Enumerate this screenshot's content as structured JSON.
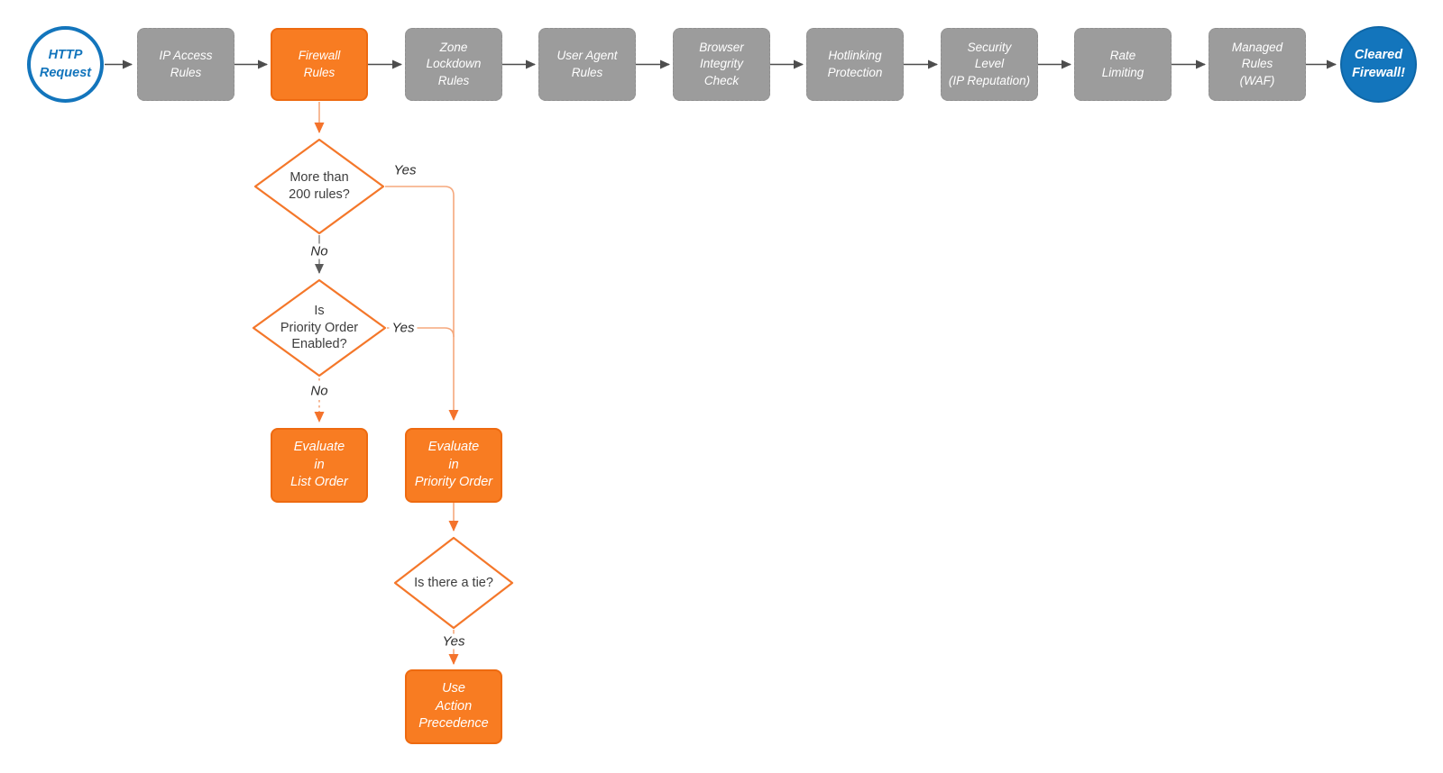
{
  "colors": {
    "accent_orange": "#F87C22",
    "orange_border": "#EE6A10",
    "orange_connector_line": "#F5A87D",
    "orange_arrowhead": "#F4732C",
    "step_gray": "#9C9C9C",
    "dark_arrow": "#4D4D4D",
    "gray_connector": "#8F8F8F",
    "brand_blue": "#1375BC",
    "diamond_text": "#3D3D3D"
  },
  "pipeline": {
    "start": {
      "label": "HTTP\nRequest"
    },
    "steps": [
      {
        "label": "IP Access\nRules"
      },
      {
        "label": "Firewall\nRules"
      },
      {
        "label": "Zone\nLockdown\nRules"
      },
      {
        "label": "User Agent\nRules"
      },
      {
        "label": "Browser\nIntegrity\nCheck"
      },
      {
        "label": "Hotlinking\nProtection"
      },
      {
        "label": "Security\nLevel\n(IP Reputation)"
      },
      {
        "label": "Rate\nLimiting"
      },
      {
        "label": "Managed\nRules\n(WAF)"
      }
    ],
    "end": {
      "label": "Cleared\nFirewall!"
    }
  },
  "decisions": {
    "rule_count": {
      "label": "More than\n200 rules?",
      "yes": "Yes",
      "no": "No"
    },
    "priority_enabled": {
      "label": "Is\nPriority Order\nEnabled?",
      "yes": "Yes",
      "no": "No"
    },
    "tie": {
      "label": "Is there a tie?",
      "yes": "Yes"
    }
  },
  "processes": {
    "list_order": {
      "label": "Evaluate\nin\nList Order"
    },
    "priority_order": {
      "label": "Evaluate\nin\nPriority Order"
    },
    "action_precedence": {
      "label": "Use\nAction\nPrecedence"
    }
  }
}
